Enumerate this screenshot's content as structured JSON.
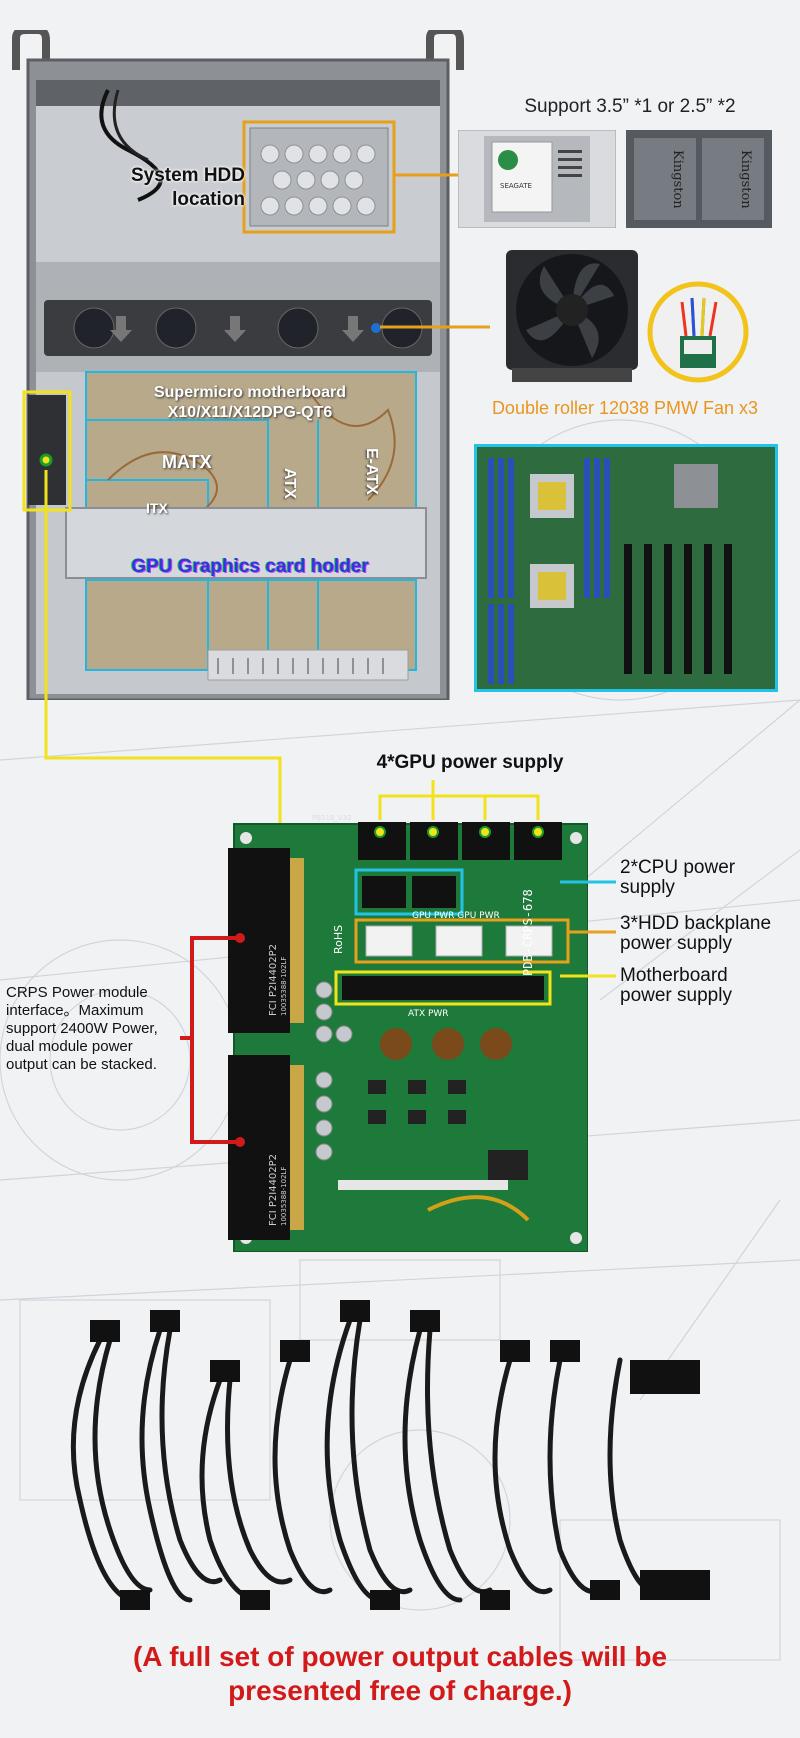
{
  "chassis": {
    "hdd_location_label": [
      "System HDD",
      "location"
    ],
    "motherboard_label": [
      "Supermicro motherboard",
      "X10/X11/X12DPG-QT6"
    ],
    "form_factors": [
      "MATX",
      "ITX",
      "ATX",
      "E-ATX"
    ],
    "gpu_holder_label": "GPU Graphics card holder"
  },
  "hdd_support": {
    "label": "Support 3.5” *1 or 2.5” *2",
    "ssd_brand": "Kingston",
    "hdd_brand": "SEAGATE"
  },
  "fan": {
    "label": "Double roller 12038 PMW Fan x3"
  },
  "power_board": {
    "gpu_power_label": "4*GPU power supply",
    "cpu_power_label": [
      "2*CPU power",
      "supply"
    ],
    "hdd_backplane_label": [
      "3*HDD backplane",
      "power supply"
    ],
    "motherboard_power_label": [
      "Motherboard",
      "power supply"
    ],
    "crps_label": [
      "CRPS Power module",
      "interface。Maximum",
      "support 2400W Power,",
      "dual module power",
      "output can be stacked."
    ],
    "board_marks": {
      "model": "PDB-CRPS-678",
      "rohs": "RoHS",
      "pwr_markings": "GPU PWR GPU PWR",
      "atx": "ATX PWR",
      "connector": "FCI P2I4402P2",
      "connector_code": "10035388-102LF",
      "pcb": "PB318_V32"
    }
  },
  "footer": {
    "line1": "(A full set of power output cables will be",
    "line2": "presented free of charge.)"
  },
  "colors": {
    "yellow": "#f2e21a",
    "cyan": "#22c3e6",
    "orange": "#e69a1a",
    "red": "#d21a1a",
    "orange_text": "#e8961e",
    "pcb_green": "#1e7a3a"
  }
}
